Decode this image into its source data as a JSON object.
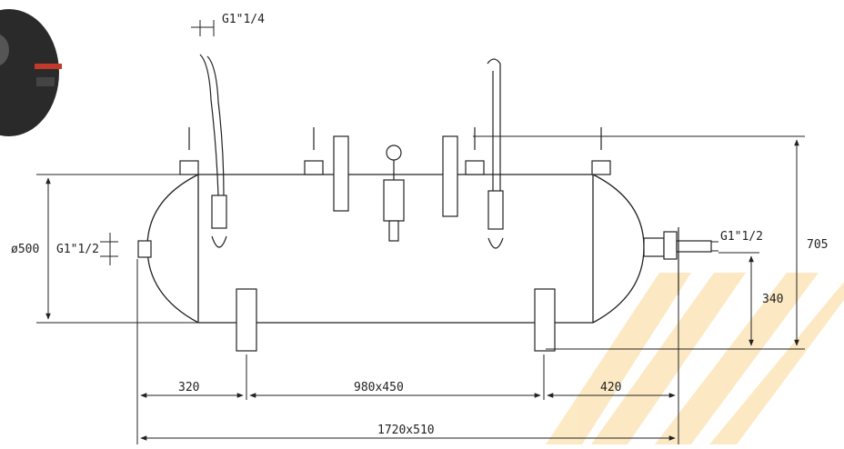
{
  "dimensions": {
    "inlet_top": "G1\"1/4",
    "diameter": "ø500",
    "side_inlet": "G1\"1/2",
    "outlet_right": "G1\"1/2",
    "height_total": "705",
    "outlet_height": "340",
    "left_offset": "320",
    "foot_spacing": "980x450",
    "right_offset": "420",
    "overall": "1720x510"
  },
  "colors": {
    "line": "#222222",
    "watermark": "#f7c35a",
    "thumbnail": "#2a2a2a"
  }
}
